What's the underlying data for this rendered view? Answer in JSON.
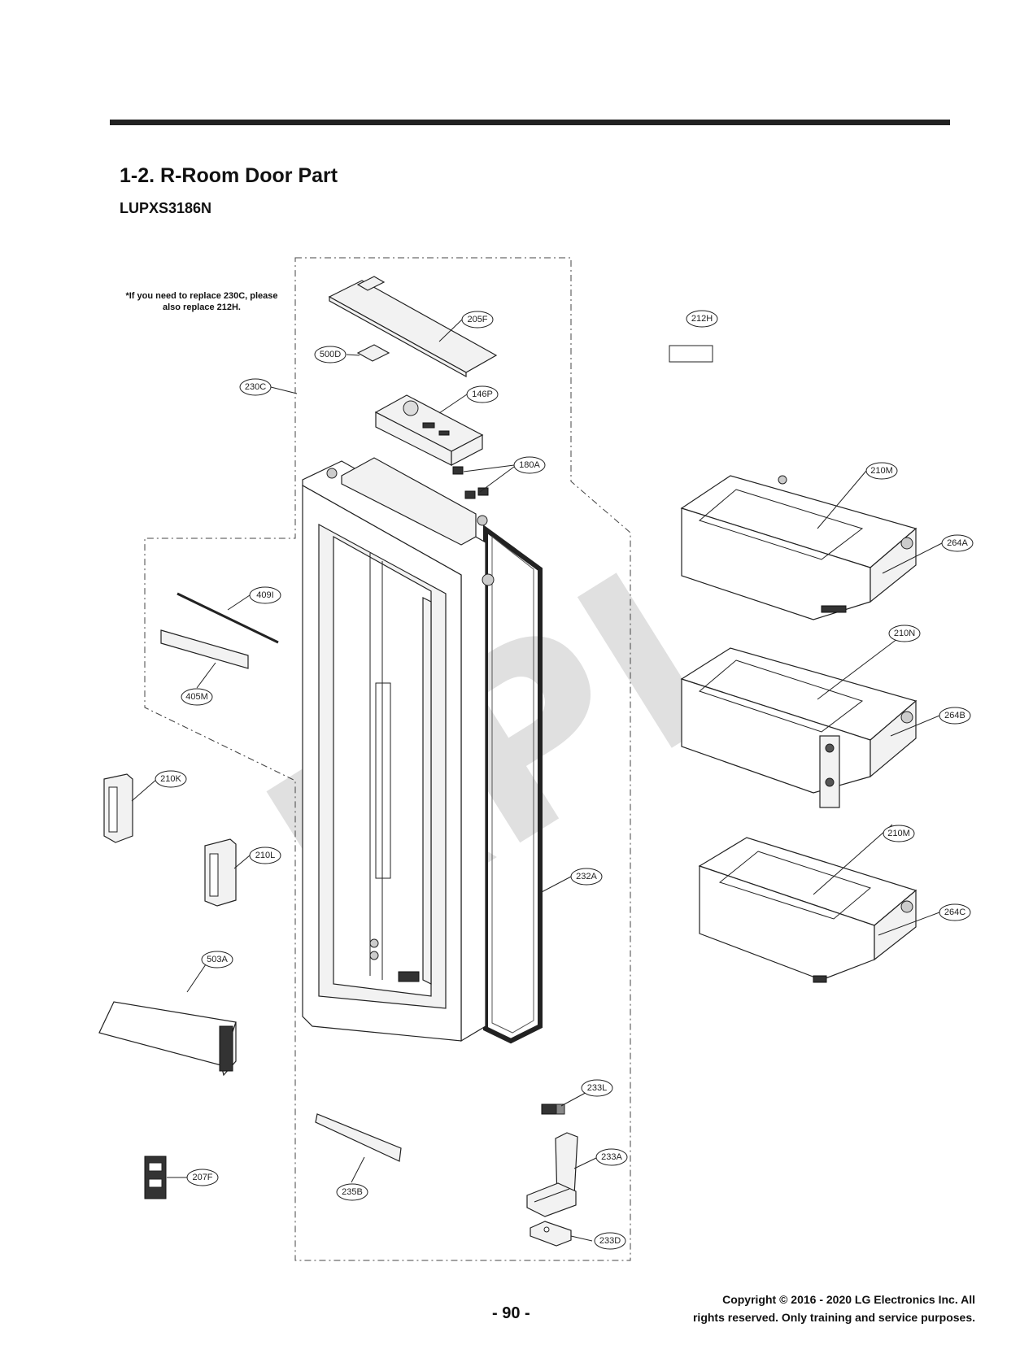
{
  "header": {
    "title": "1-2. R-Room Door Part",
    "model": "LUPXS3186N"
  },
  "note": "*If you need to replace 230C, please also replace 212H.",
  "watermark": "RPI",
  "parts": {
    "205F": "205F",
    "500D": "500D",
    "230C": "230C",
    "146P": "146P",
    "180A": "180A",
    "212H": "212H",
    "210M_top": "210M",
    "264A": "264A",
    "409I": "409I",
    "405M": "405M",
    "210N": "210N",
    "264B": "264B",
    "210K": "210K",
    "210L": "210L",
    "232A": "232A",
    "210M_bottom": "210M",
    "264C": "264C",
    "503A": "503A",
    "233L": "233L",
    "233A": "233A",
    "207F": "207F",
    "235B": "235B",
    "233D": "233D"
  },
  "footer": {
    "page_number": "- 90 -",
    "copyright_line1": "Copyright © 2016 - 2020 LG Electronics Inc. All",
    "copyright_line2": "rights reserved. Only training and service purposes."
  },
  "colors": {
    "ink": "#222222",
    "watermark": "#e0e0e0",
    "part_fill": "#f2f2f2"
  }
}
